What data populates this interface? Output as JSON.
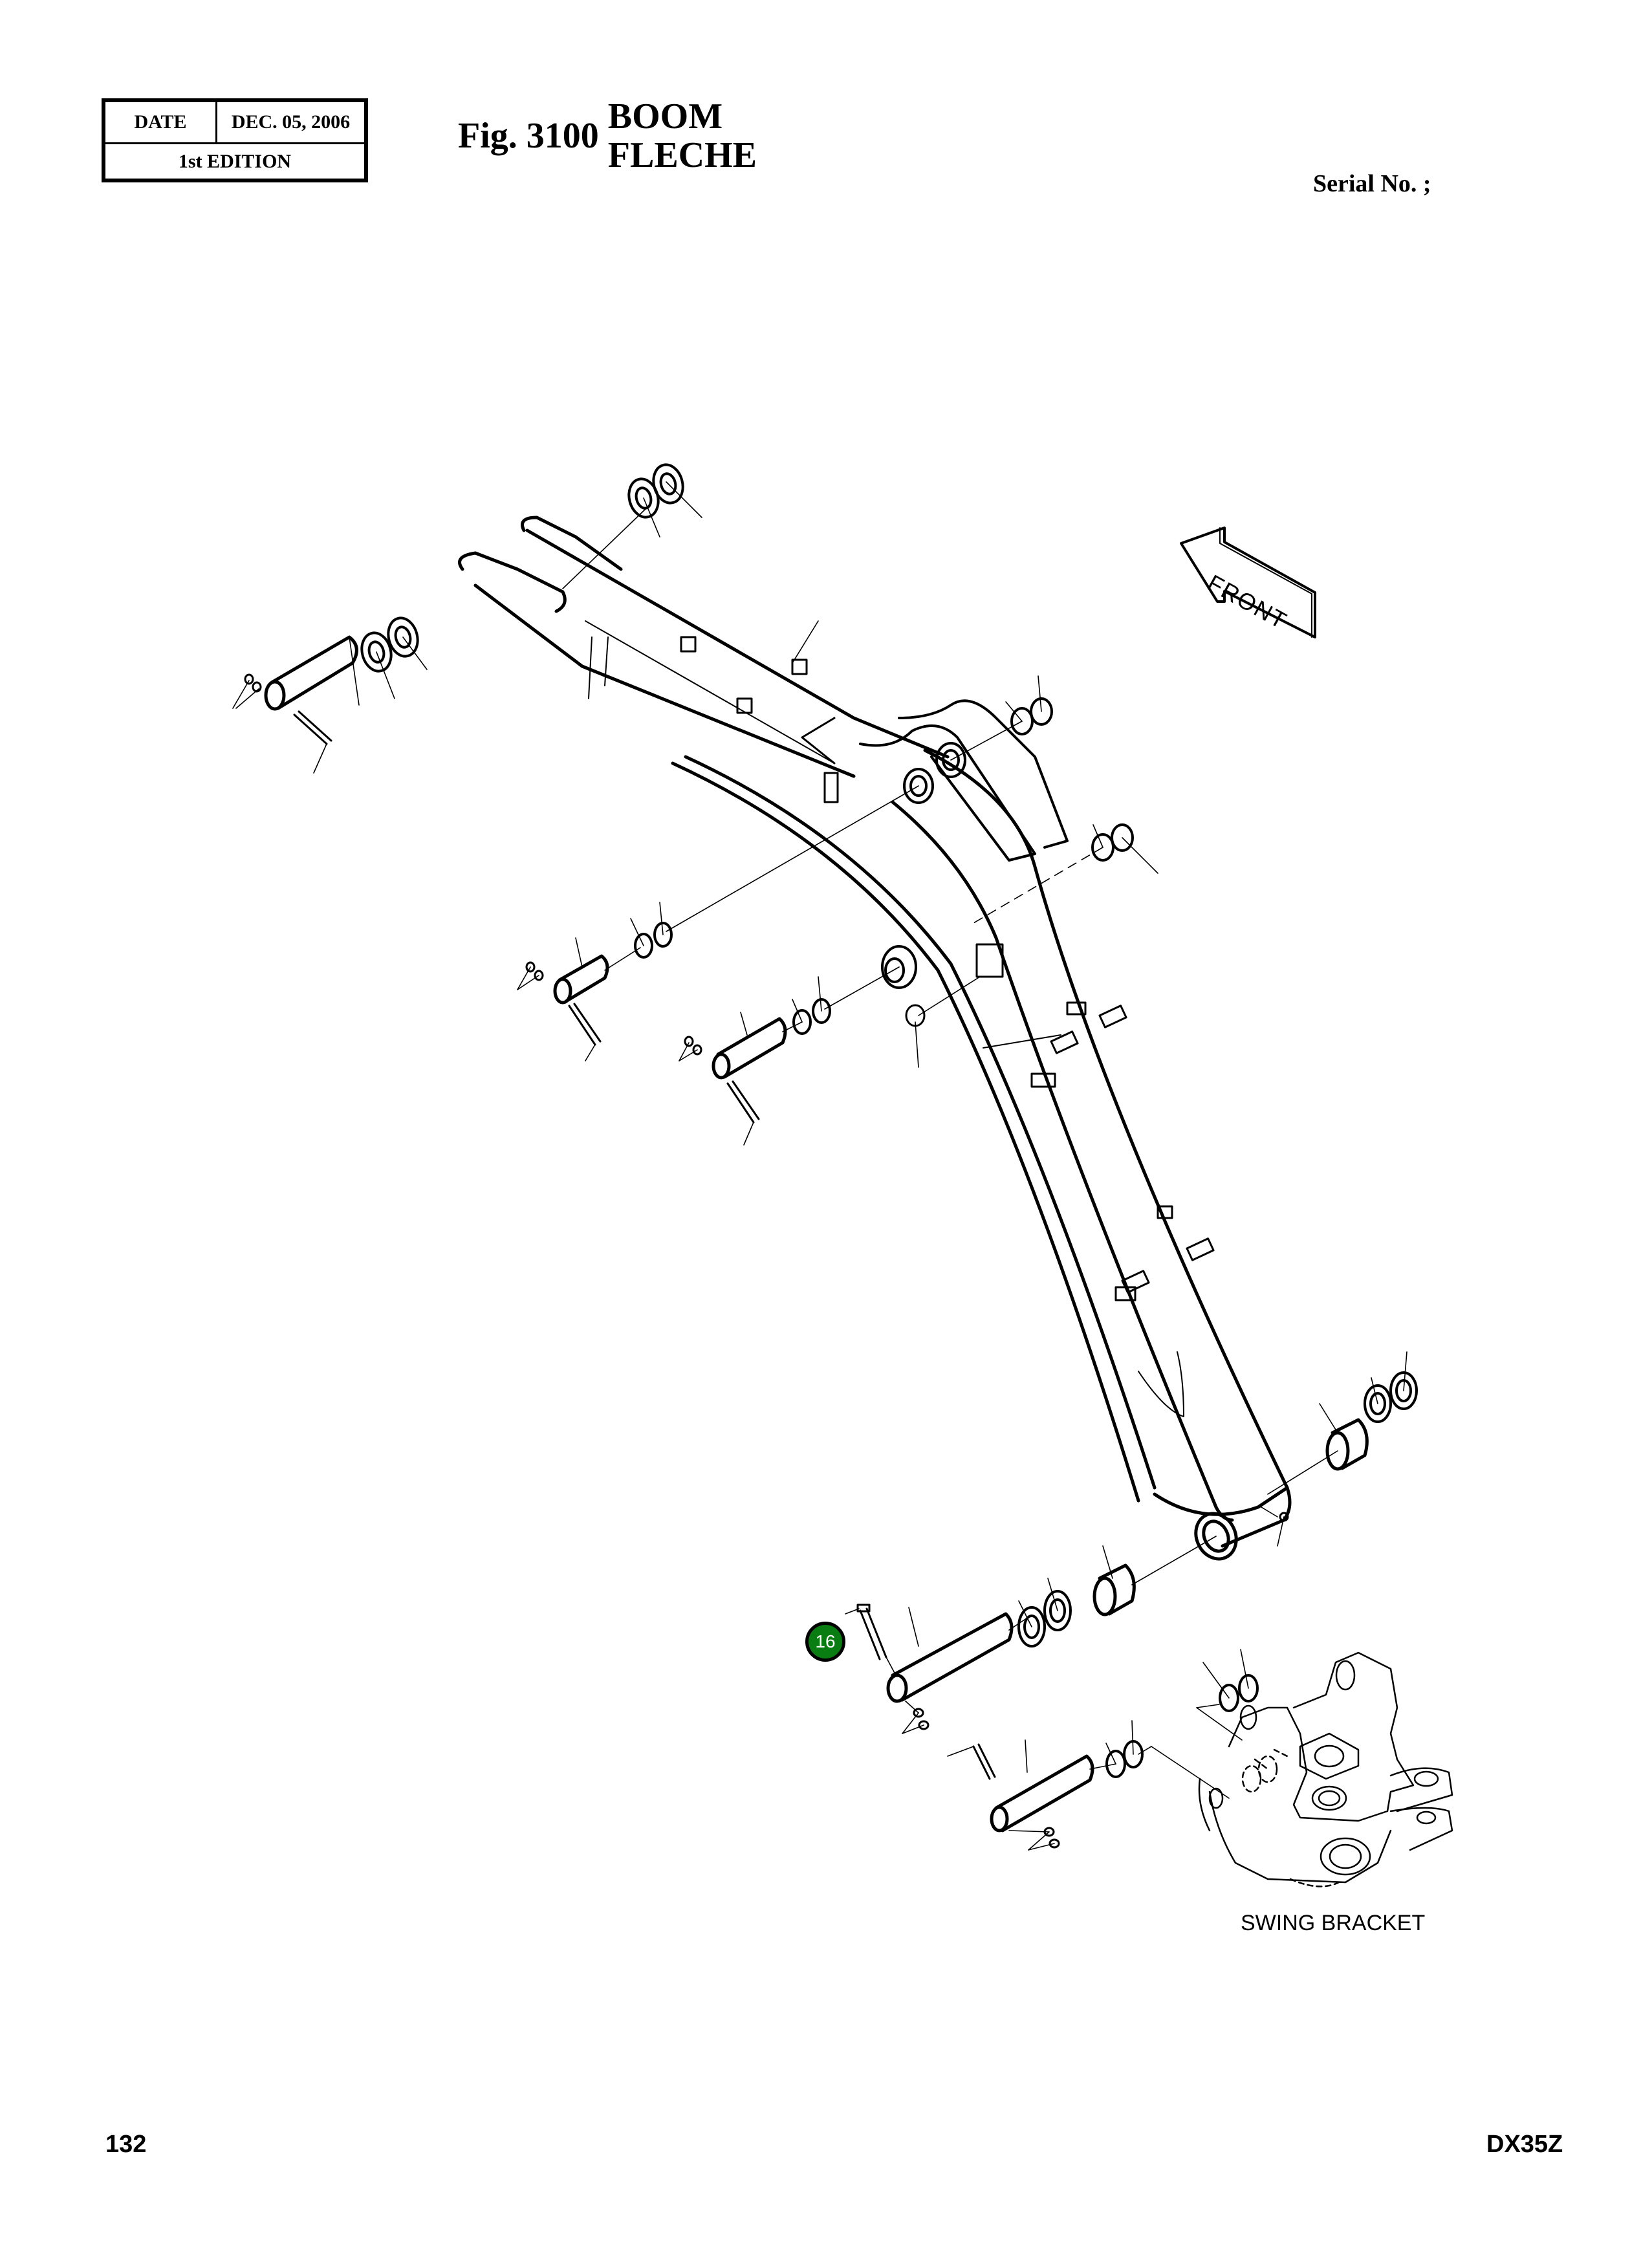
{
  "header": {
    "date_label": "DATE",
    "date_value": "DEC. 05, 2006",
    "edition": "1st EDITION",
    "figure_number": "Fig. 3100",
    "figure_title_en": "BOOM",
    "figure_title_fr": "FLECHE",
    "serial_label": "Serial No. ;"
  },
  "drawing": {
    "front_arrow_label": "FRONT",
    "swing_bracket_label": "SWING BRACKET",
    "callouts": [
      {
        "number": "16",
        "color": "#0a7d12",
        "target": "bolt"
      }
    ],
    "icons": [
      "front-arrow-icon"
    ]
  },
  "footer": {
    "page_number": "132",
    "model": "DX35Z"
  },
  "colors": {
    "callout_fill": "#0a7d12",
    "line": "#000000",
    "background": "#ffffff"
  }
}
